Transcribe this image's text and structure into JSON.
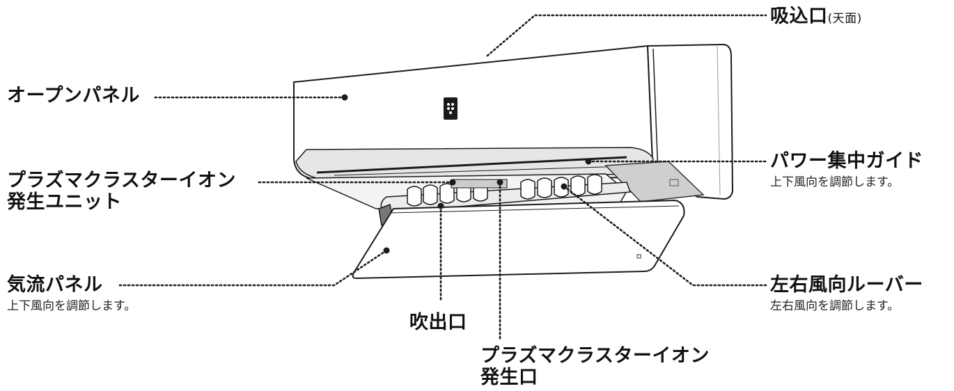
{
  "labels": {
    "intake": {
      "title": "吸込口",
      "note": "(天面)"
    },
    "open_panel": {
      "title": "オープンパネル"
    },
    "plasma_unit": {
      "title_line1": "プラズマクラスターイオン",
      "title_line2": "発生ユニット"
    },
    "power_guide": {
      "title": "パワー集中ガイド",
      "desc": "上下風向を調節します。"
    },
    "airflow_panel": {
      "title": "気流パネル",
      "desc": "上下風向を調節します。"
    },
    "lr_louver": {
      "title": "左右風向ルーバー",
      "desc": "左右風向を調節します。"
    },
    "outlet": {
      "title": "吹出口"
    },
    "plasma_outlet": {
      "title_line1": "プラズマクラスターイオン",
      "title_line2": "発生口"
    }
  }
}
